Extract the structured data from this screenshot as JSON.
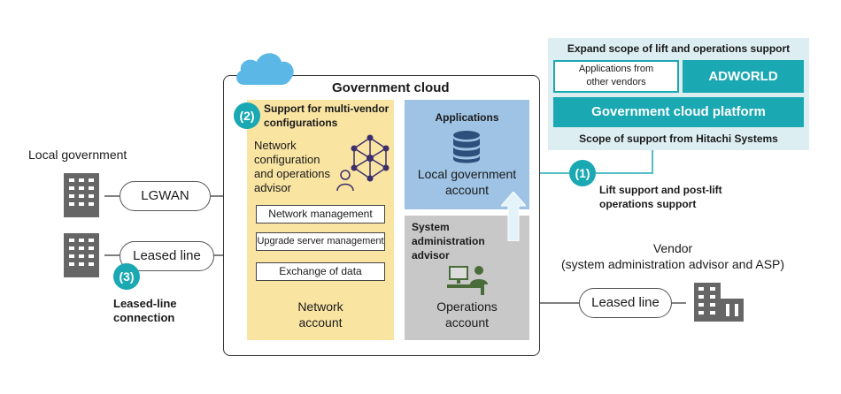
{
  "cloud_title": "Government cloud",
  "local_government": {
    "label": "Local government",
    "lgwan_label": "LGWAN",
    "leased_line_label": "Leased line"
  },
  "leased_line_connection": {
    "number": "(3)",
    "label_line1": "Leased-line",
    "label_line2": "connection"
  },
  "network_account": {
    "number": "(2)",
    "heading_line1": "Support for multi-vendor",
    "heading_line2": "configurations",
    "advisor_line1": "Network",
    "advisor_line2": "configuration",
    "advisor_line3": "and operations",
    "advisor_line4": "advisor",
    "items": [
      "Network management",
      "Upgrade server management",
      "Exchange of data"
    ],
    "account_line1": "Network",
    "account_line2": "account"
  },
  "applications": {
    "heading": "Applications",
    "account_line1": "Local government",
    "account_line2": "account"
  },
  "operations": {
    "heading_line1": "System",
    "heading_line2": "administration",
    "heading_line3": "advisor",
    "account_line1": "Operations",
    "account_line2": "account"
  },
  "hitachi_scope": {
    "title": "Expand scope of lift and operations support",
    "other_vendors_line1": "Applications from",
    "other_vendors_line2": "other vendors",
    "adworld": "ADWORLD",
    "platform": "Government cloud platform",
    "footer": "Scope of support from Hitachi Systems"
  },
  "lift_support": {
    "number": "(1)",
    "label_line1": "Lift support and post-lift",
    "label_line2": "operations support"
  },
  "vendor": {
    "label_line1": "Vendor",
    "label_line2": "(system administration advisor and ASP)",
    "leased_line_label": "Leased line"
  },
  "colors": {
    "teal": "#1aa8b2",
    "yellow_panel": "#f9e4a2",
    "blue_panel": "#9ec3e4",
    "gray_panel": "#c8c8c8",
    "scope_bg": "#ddeef3",
    "cloud_icon": "#5bb8e6"
  },
  "icons": [
    "cloud-icon",
    "database-icon",
    "network-advisor-icon",
    "operator-icon",
    "building-icon",
    "arrow-up-icon"
  ]
}
